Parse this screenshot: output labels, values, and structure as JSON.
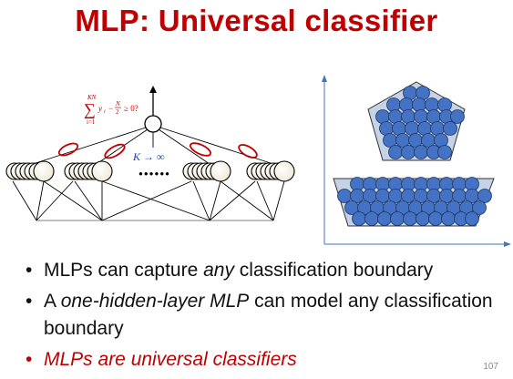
{
  "slide": {
    "title": "MLP: Universal classifier",
    "page_number": "107"
  },
  "figure_left": {
    "equation": "∑ yᵢ − N/2 ≥ 0?",
    "sum_upper": "KN",
    "sum_lower": "i=1",
    "k_label": "K → ∞",
    "ellipsis": "●●●●●●"
  },
  "bullets": [
    {
      "pre": "MLPs can capture ",
      "em": "any",
      "post": " classification boundary"
    },
    {
      "pre": "A ",
      "em": "one-hidden-layer MLP",
      "post": " can model any classification boundary"
    },
    {
      "text": "MLPs are universal classifiers"
    }
  ],
  "colors": {
    "title": "#c00000",
    "ball_fill": "#4472c4",
    "region_fill": "#c6d3e6",
    "ellipse": "#c00000"
  }
}
